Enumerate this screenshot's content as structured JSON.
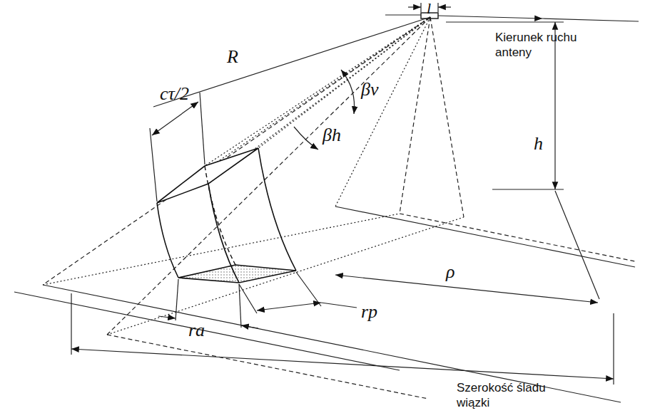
{
  "diagram": {
    "labels": [
      "l",
      "Kierunek ruchu anteny",
      "R",
      "βv",
      "h",
      "cτ/2",
      "βh",
      "ρ",
      "rp",
      "ra",
      "Szerokość śladu wiązki"
    ]
  }
}
